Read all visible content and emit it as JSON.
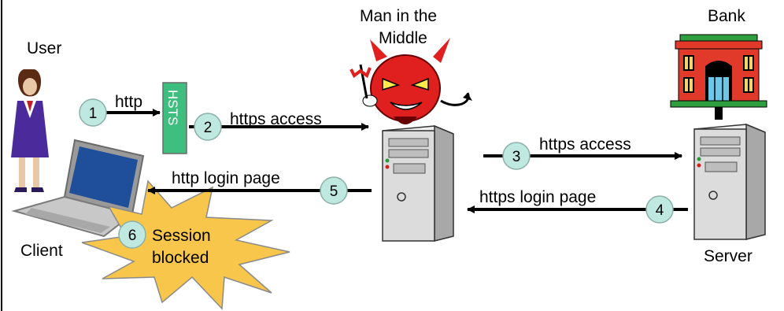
{
  "labels": {
    "user": "User",
    "client": "Client",
    "man_in_middle_line1": "Man in the",
    "man_in_middle_line2": "Middle",
    "bank": "Bank",
    "server": "Server",
    "hsts": "HSTS",
    "session_line1": "Session",
    "session_line2": "blocked"
  },
  "arrows": {
    "http": "http",
    "https_access_1": "https access",
    "https_access_2": "https access",
    "https_login_page": "https login page",
    "http_login_page": "http login page"
  },
  "steps": [
    "1",
    "2",
    "3",
    "4",
    "5",
    "6"
  ],
  "colors": {
    "step_circle": "#bfe8e0",
    "hsts_box": "#3fbf7f",
    "starburst": "#f7c64b",
    "devil_red": "#e01f1f",
    "bank_red": "#e23a2a",
    "bank_green": "#2f9e3f",
    "user_suit": "#4b2b9b",
    "computer_case": "#dcdcdc",
    "laptop_screen": "#1f4f9a"
  },
  "icons": [
    "user-icon",
    "laptop-icon",
    "devil-icon",
    "server-tower-icon",
    "bank-building-icon"
  ]
}
